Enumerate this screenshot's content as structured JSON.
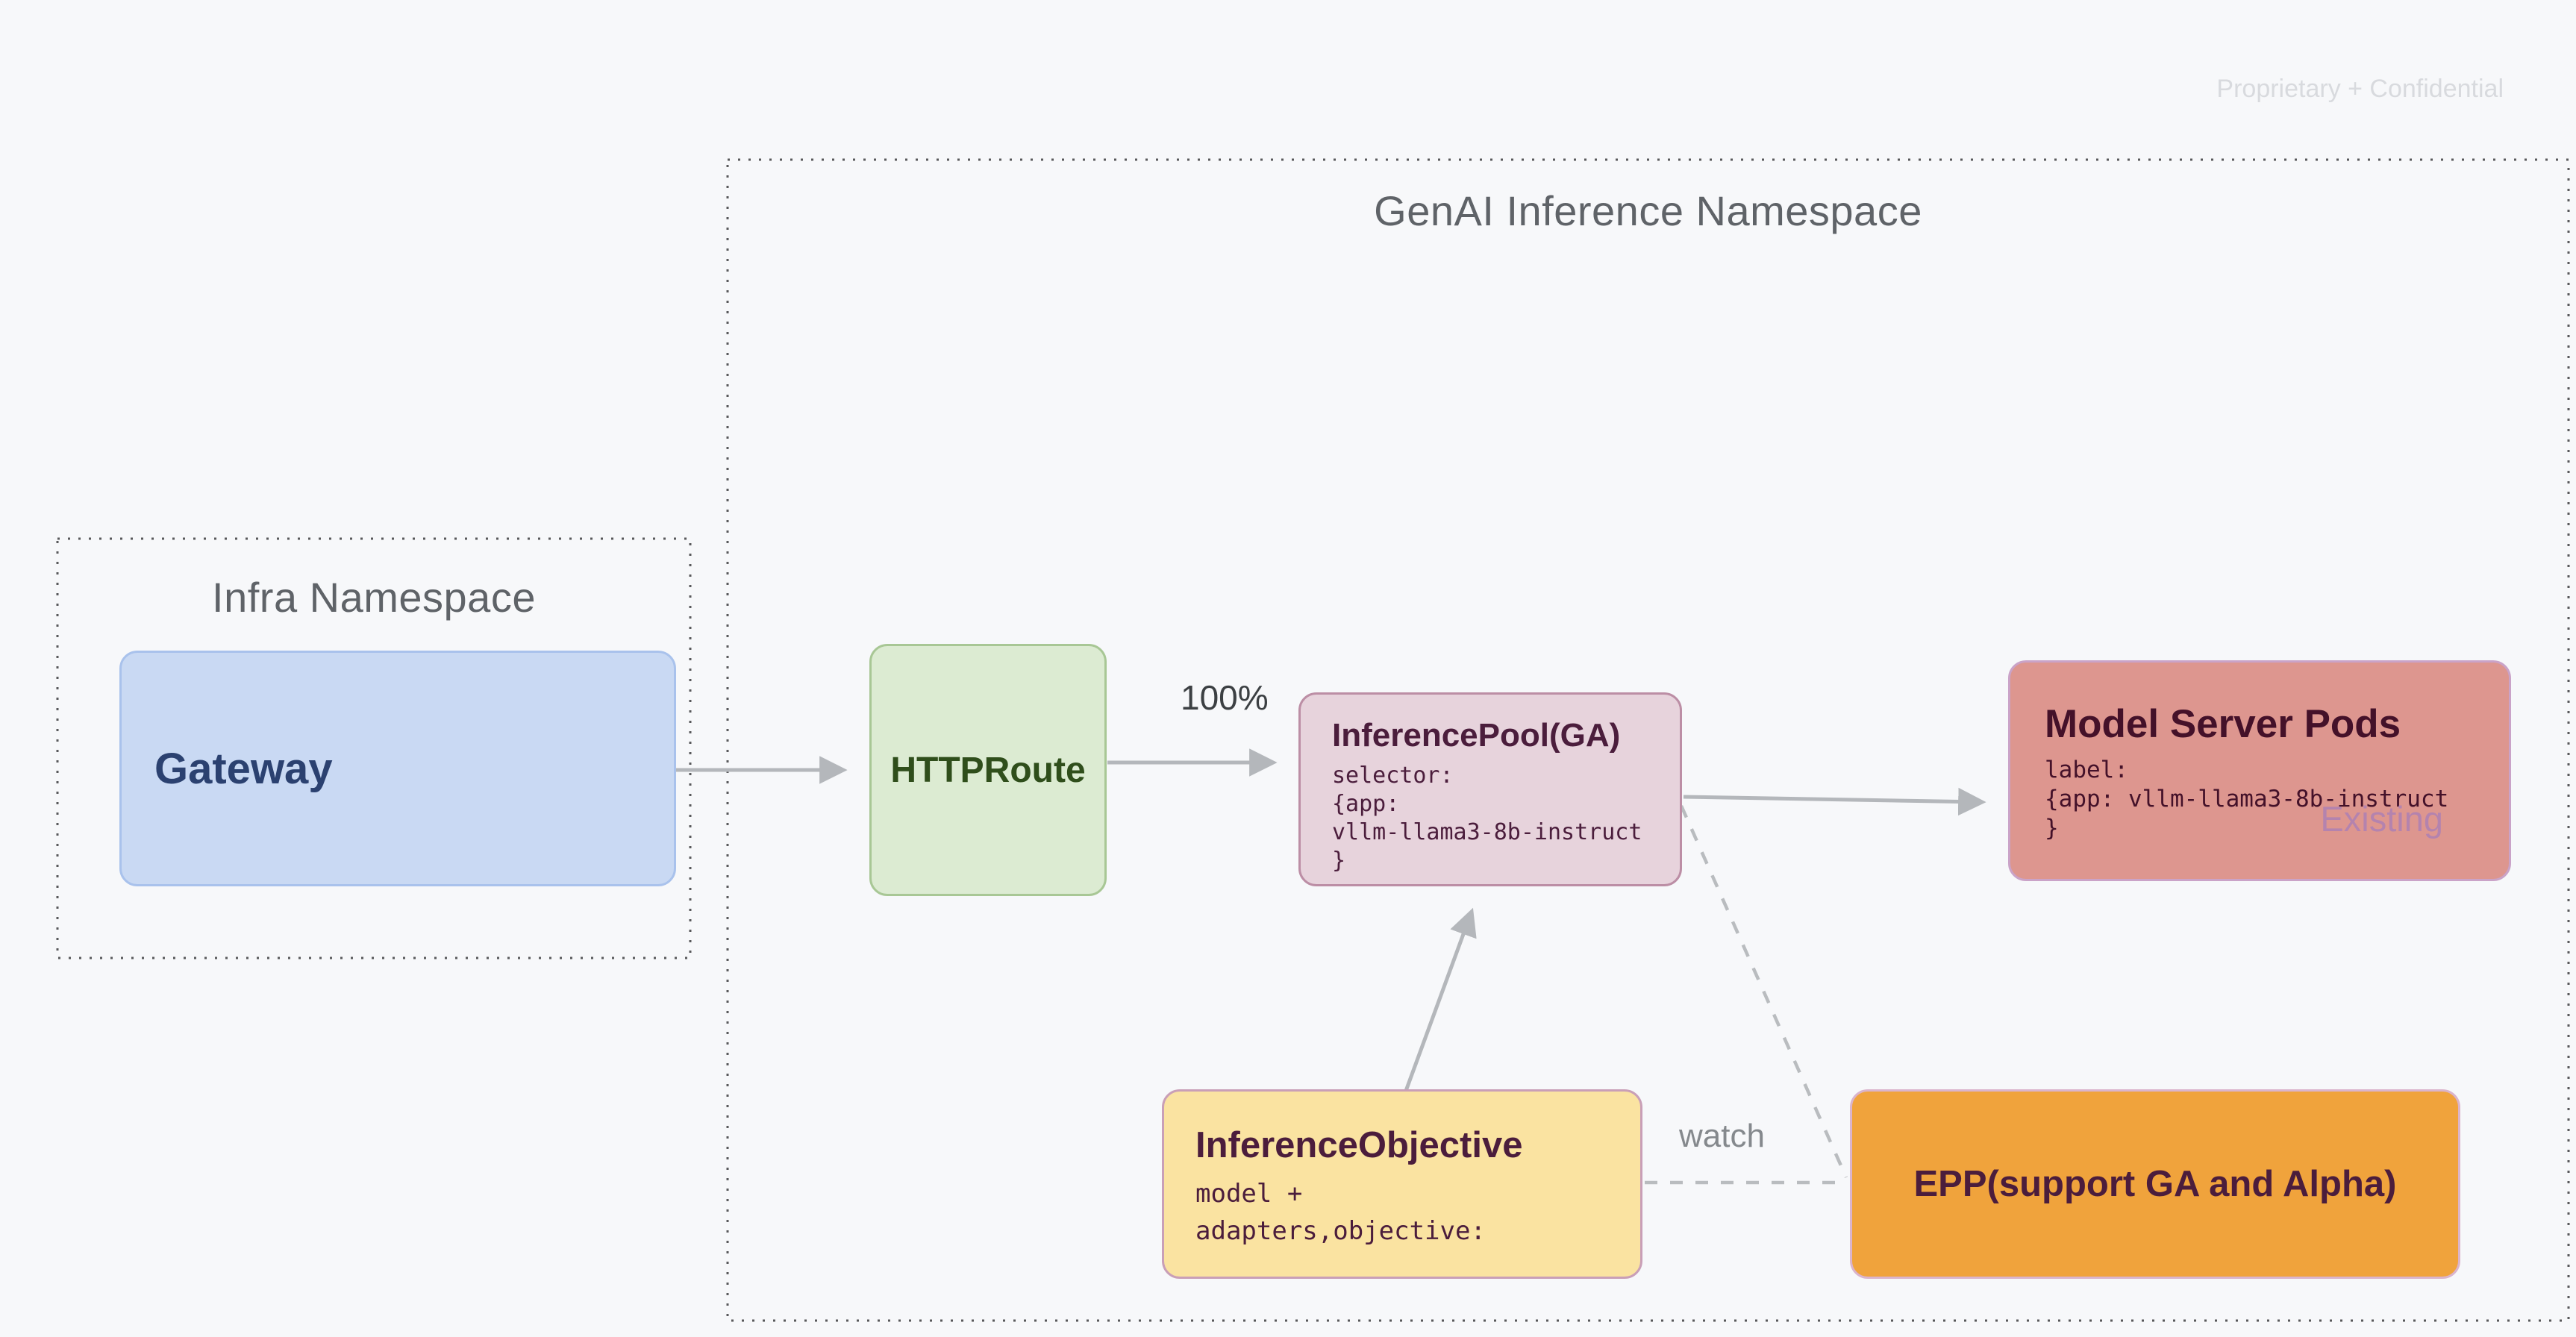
{
  "page": {
    "watermark": "Proprietary + Confidential",
    "background_color": "#f7f8fa",
    "arrow_color": "#b4b7bb",
    "namespace_border_color": "#58595b"
  },
  "namespaces": {
    "genai": {
      "label": "GenAI Inference Namespace"
    },
    "infra": {
      "label": "Infra Namespace"
    }
  },
  "nodes": {
    "gateway": {
      "title": "Gateway",
      "fill": "#c9d9f3",
      "border": "#a9c2ec",
      "text_color": "#2b4170"
    },
    "httproute": {
      "title": "HTTPRoute",
      "fill": "#dcebd2",
      "border": "#a8c795",
      "text_color": "#2f4e1b"
    },
    "inference_pool": {
      "title": "InferencePool(GA)",
      "body": "selector:\n{app:\nvllm-llama3-8b-instruct\n}",
      "fill": "#e7d3dc",
      "border": "#bc8ea5",
      "text_color": "#4b1d3c"
    },
    "model_server_pods": {
      "title": "Model Server Pods",
      "body": "label:\n{app: vllm-llama3-8b-instruct\n}",
      "overlay": "Existing",
      "fill": "#dd968f",
      "border": "#caa3c8",
      "text_color": "#441129"
    },
    "inference_objective": {
      "title": "InferenceObjective",
      "body": "model +\nadapters,objective:",
      "fill": "#fae3a1",
      "border": "#c99fb7",
      "text_color": "#4b1d3c"
    },
    "epp": {
      "title": "EPP(support GA and Alpha)",
      "fill": "#f0a33c",
      "border": "#dab4cc",
      "text_color": "#4b1d3c"
    }
  },
  "edges": {
    "httproute_to_pool_label": "100%",
    "objective_to_epp_label": "watch"
  }
}
